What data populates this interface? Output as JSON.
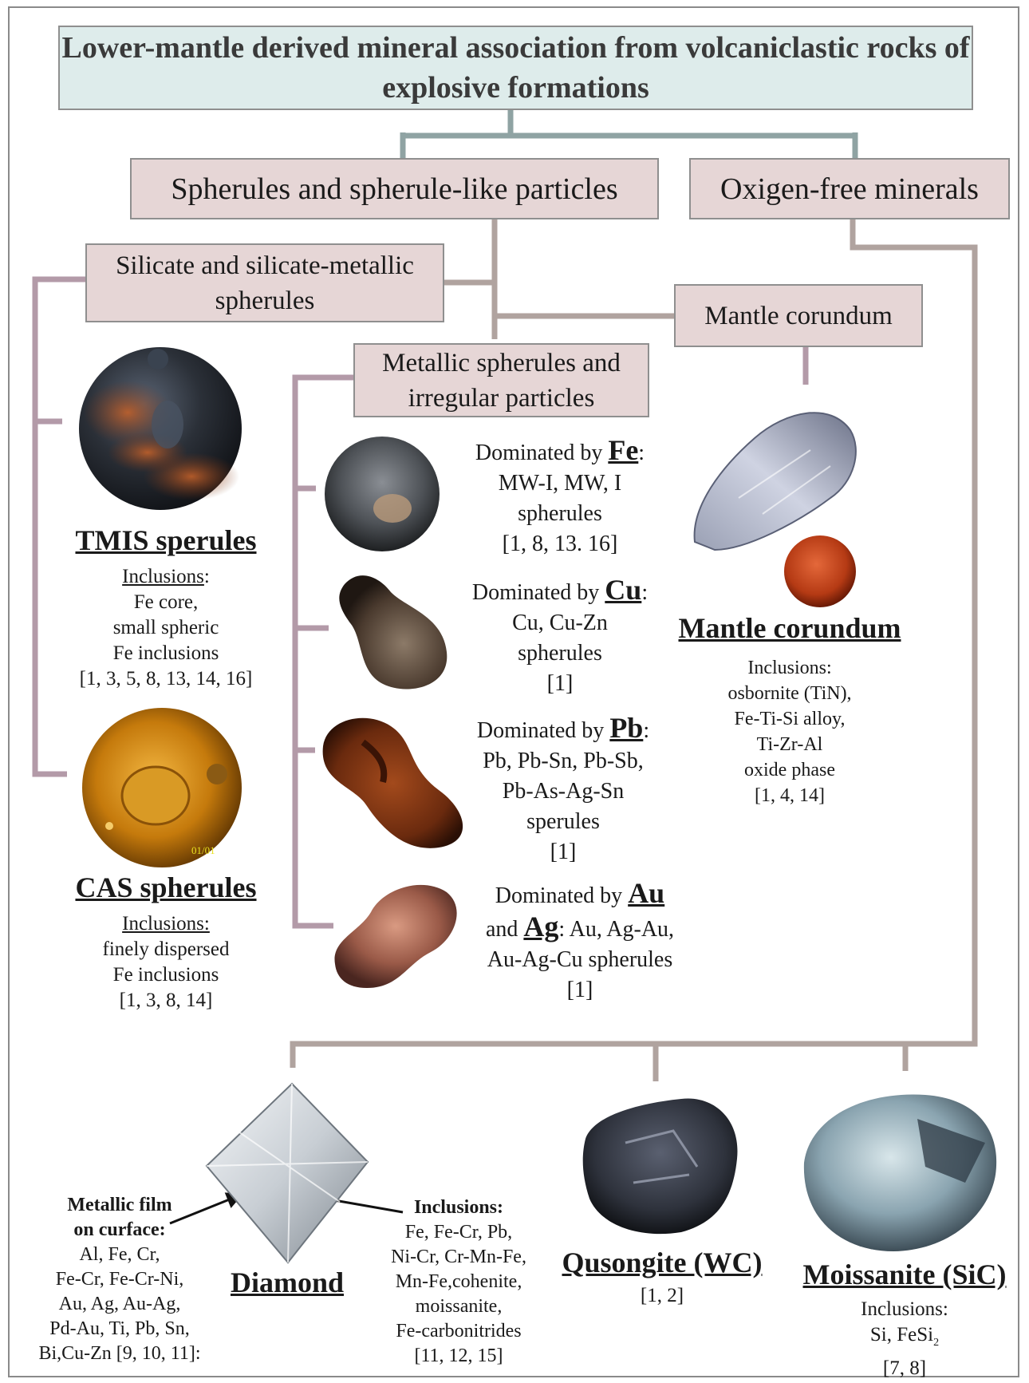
{
  "title": "Lower-mantle derived mineral association from volcaniclastic rocks of explosive formations",
  "categories": {
    "spherules": "Spherules and spherule-like particles",
    "oxygen_free": "Oxigen-free minerals"
  },
  "subcategories": {
    "silicate": "Silicate and silicate-metallic spherules",
    "metallic": "Metallic spherules and irregular particles",
    "corundum": "Mantle corundum"
  },
  "tmis": {
    "name": "TMIS sperules",
    "inclusions_label": "Inclusions",
    "inclusions_lines": [
      "Fe core,",
      "small spheric",
      "Fe inclusions"
    ],
    "refs": "[1, 3, 5, 8, 13, 14, 16]"
  },
  "cas": {
    "name": "CAS spherules",
    "inclusions_label": "Inclusions:",
    "inclusions_lines": [
      "finely dispersed",
      "Fe inclusions"
    ],
    "refs": "[1, 3, 8, 14]",
    "photo_stamp": "01/01"
  },
  "metallic": {
    "fe": {
      "prefix": "Dominated by",
      "element": "Fe",
      "lines": [
        "MW-I, MW, I",
        "spherules"
      ],
      "refs": "[1, 8, 13. 16]"
    },
    "cu": {
      "prefix": "Dominated by",
      "element": "Cu",
      "lines": [
        "Cu, Cu-Zn",
        "spherules"
      ],
      "refs": "[1]"
    },
    "pb": {
      "prefix": "Dominated by",
      "element": "Pb",
      "lines": [
        "Pb, Pb-Sn, Pb-Sb,",
        "Pb-As-Ag-Sn",
        "sperules"
      ],
      "refs": "[1]"
    },
    "au": {
      "prefix": "Dominated by",
      "element": "Au",
      "and": "and",
      "element2": "Ag",
      "line1": "Au, Ag-Au,",
      "lines": [
        "Au-Ag-Cu spherules"
      ],
      "refs": "[1]"
    }
  },
  "corundum": {
    "name": "Mantle corundum",
    "inclusions_label": "Inclusions:",
    "inclusions_lines": [
      "osbornite (TiN),",
      "Fe-Ti-Si alloy,",
      "Ti-Zr-Al",
      "oxide phase"
    ],
    "refs": "[1, 4, 14]"
  },
  "diamond": {
    "name": "Diamond",
    "film_heading": [
      "Metallic film",
      "on curface:"
    ],
    "film_lines": [
      "Al, Fe, Cr,",
      "Fe-Cr, Fe-Cr-Ni,",
      "Au, Ag,  Au-Ag,",
      "Pd-Au, Ti, Pb, Sn,",
      "Bi,Cu-Zn [9, 10, 11]:"
    ],
    "incl_heading": "Inclusions:",
    "incl_lines": [
      "Fe, Fe-Cr, Pb,",
      "Ni-Cr, Cr-Mn-Fe,",
      "Mn-Fe,cohenite,",
      "moissanite,",
      "Fe-carbonitrides",
      "[11, 12, 15]"
    ]
  },
  "qusongite": {
    "name": "Qusongite (WC)",
    "refs": "[1, 2]"
  },
  "moissanite": {
    "name": "Moissanite (SiC)",
    "inclusions_label": "Inclusions:",
    "incl_line": "Si,  FeSi",
    "incl_sub": "2",
    "refs": "[7, 8]"
  },
  "colors": {
    "title_box": "#deeceb",
    "category_box": "#e6d6d6",
    "title_connector": "#8fa3a3",
    "branch_connector": "#b0a39f",
    "silicate_connector": "#b39aa8"
  }
}
